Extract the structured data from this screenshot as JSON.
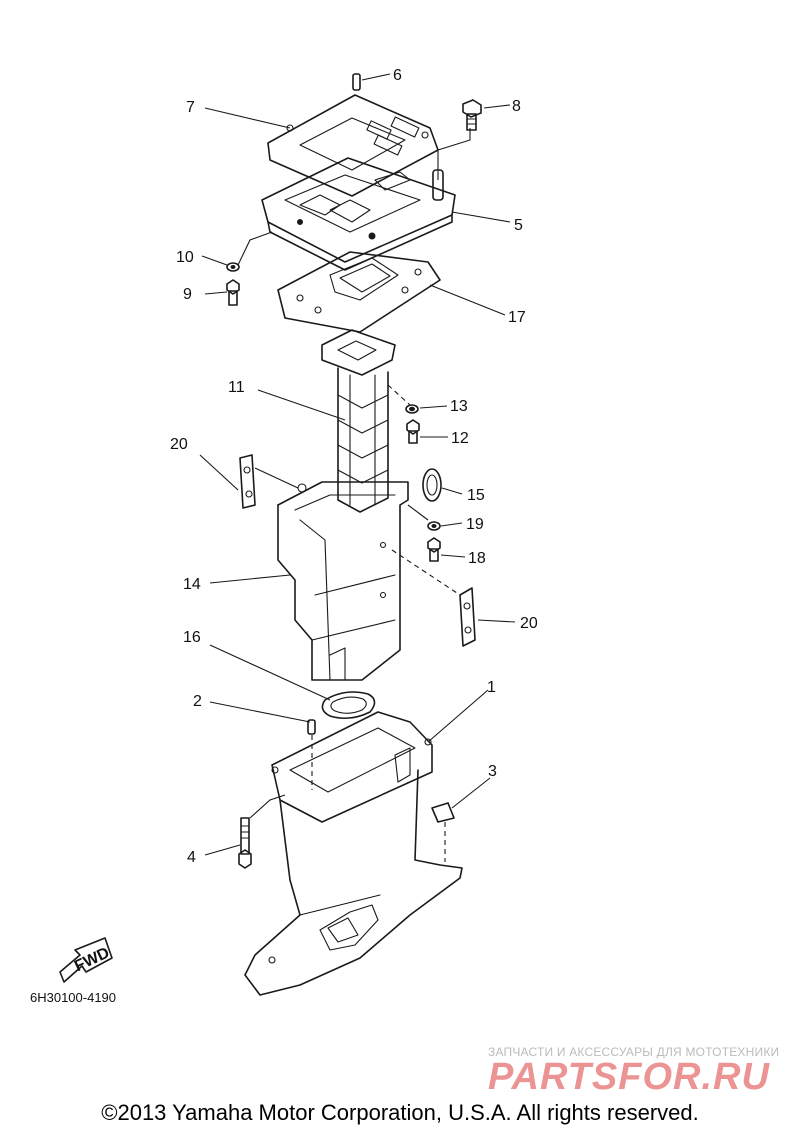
{
  "callouts": [
    {
      "id": "6",
      "label": "6"
    },
    {
      "id": "7",
      "label": "7"
    },
    {
      "id": "8",
      "label": "8"
    },
    {
      "id": "5",
      "label": "5"
    },
    {
      "id": "10",
      "label": "10"
    },
    {
      "id": "9",
      "label": "9"
    },
    {
      "id": "17",
      "label": "17"
    },
    {
      "id": "11",
      "label": "11"
    },
    {
      "id": "13",
      "label": "13"
    },
    {
      "id": "12",
      "label": "12"
    },
    {
      "id": "20a",
      "label": "20"
    },
    {
      "id": "15",
      "label": "15"
    },
    {
      "id": "19",
      "label": "19"
    },
    {
      "id": "18",
      "label": "18"
    },
    {
      "id": "14",
      "label": "14"
    },
    {
      "id": "20b",
      "label": "20"
    },
    {
      "id": "16",
      "label": "16"
    },
    {
      "id": "2",
      "label": "2"
    },
    {
      "id": "1",
      "label": "1"
    },
    {
      "id": "3",
      "label": "3"
    },
    {
      "id": "4",
      "label": "4"
    }
  ],
  "fwd_label": "FWD",
  "diagram_code": "6H30100-4190",
  "copyright": "©2013 Yamaha Motor Corporation, U.S.A. All rights reserved.",
  "watermark": {
    "tagline": "ЗАПЧАСТИ И АКСЕССУАРЫ ДЛЯ МОТОТЕХНИКИ",
    "brand": "PARTSFOR.RU"
  }
}
